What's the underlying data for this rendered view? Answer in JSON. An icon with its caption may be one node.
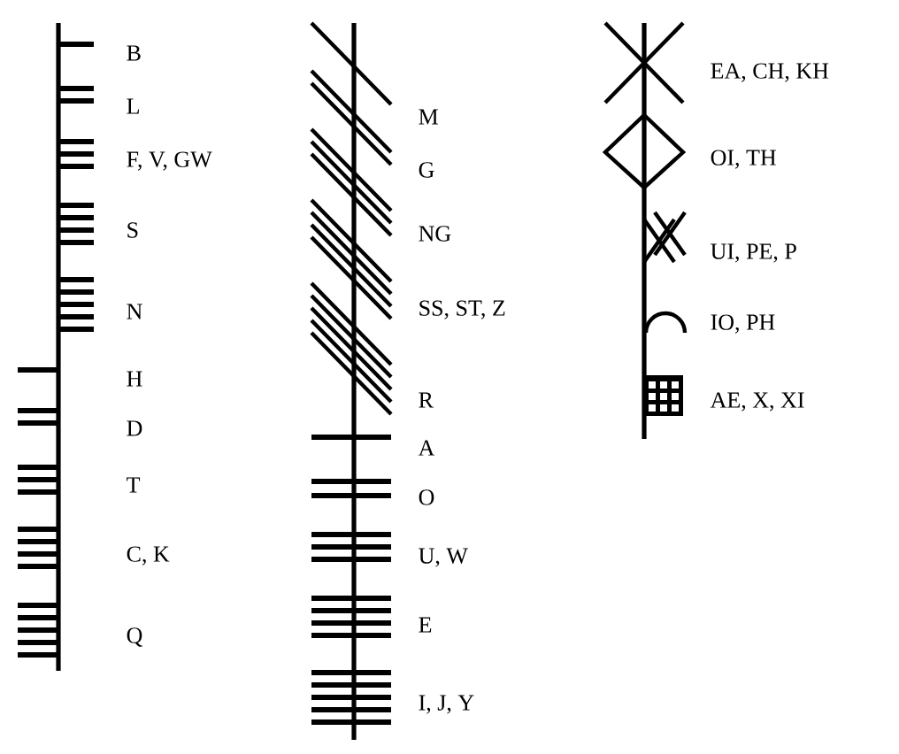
{
  "diagram": {
    "labels": [
      "B",
      "L",
      "F, V, GW",
      "S",
      "N",
      "H",
      "D",
      "T",
      "C, K",
      "Q",
      "M",
      "G",
      "NG",
      "SS, ST, Z",
      "R",
      "A",
      "O",
      "U, W",
      "E",
      "I, J, Y",
      "EA, CH, KH",
      "OI, TH",
      "UI, PE, P",
      "IO, PH",
      "AE, X, XI"
    ]
  }
}
